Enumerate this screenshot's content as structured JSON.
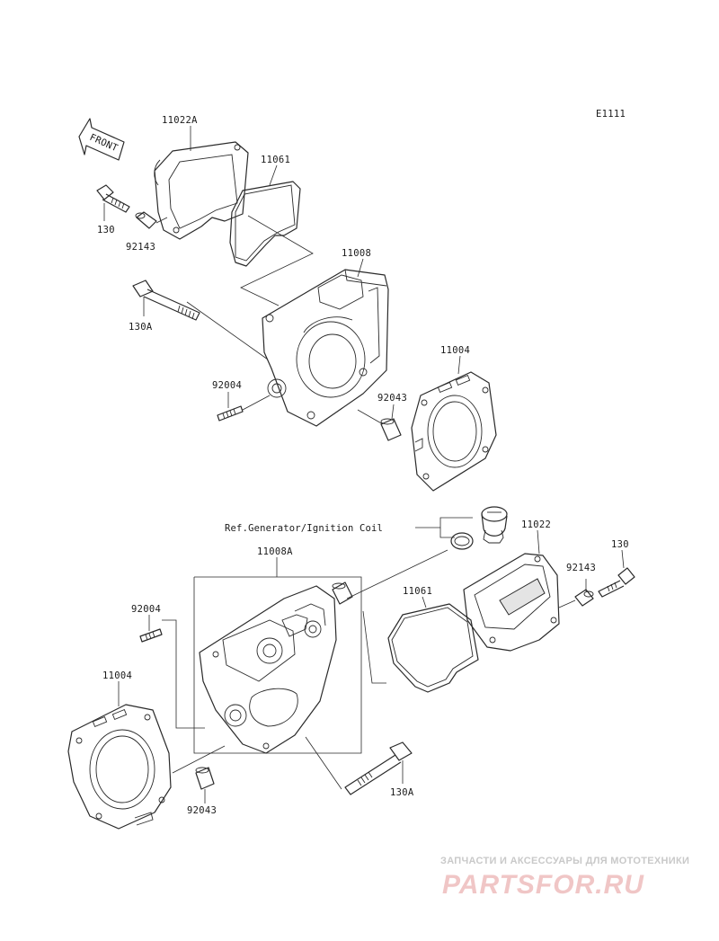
{
  "diagram_code": "E1111",
  "front_label": "FRONT",
  "reference_note": "Ref.Generator/Ignition Coil",
  "callouts": {
    "top_cover": "11022A",
    "top_cover_gasket": "11061",
    "top_bolt": "130",
    "top_collar": "92143",
    "head_top": "11008",
    "long_bolt_top": "130A",
    "stud_top": "92004",
    "dowel_top": "92043",
    "gasket_top": "11004",
    "bottom_cover": "11022",
    "bottom_bolt": "130",
    "bottom_collar": "92143",
    "head_bottom": "11008A",
    "bottom_cover_gasket": "11061",
    "stud_bottom": "92004",
    "gasket_bottom": "11004",
    "dowel_bottom": "92043",
    "long_bolt_bottom": "130A"
  },
  "watermark": {
    "tagline": "ЗАПЧАСТИ И АКСЕССУАРЫ ДЛЯ МОТОТЕХНИКИ",
    "logo": "PARTSFOR.RU"
  }
}
